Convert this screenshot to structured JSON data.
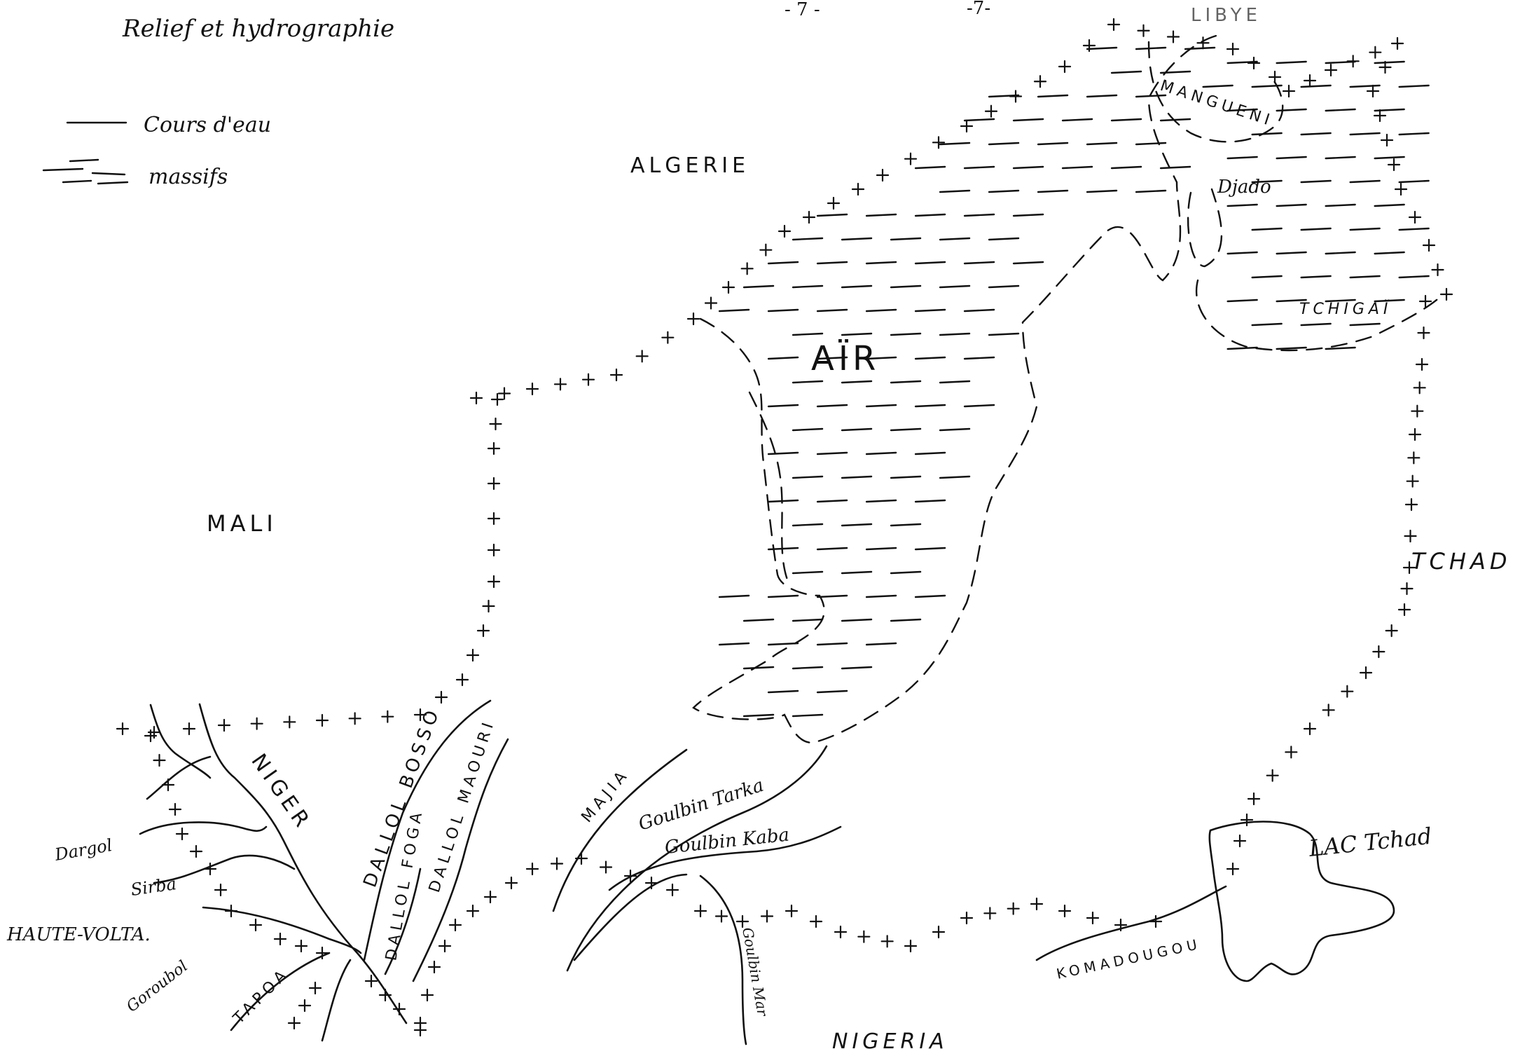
{
  "page": {
    "title": "Relief et hydrographie",
    "page_marks": [
      "- 7 -",
      "-7-"
    ],
    "top_cut_label": "LIBYE"
  },
  "legend": {
    "items": [
      {
        "symbol": "line",
        "label": "Cours d'eau"
      },
      {
        "symbol": "dashes",
        "label": "massifs"
      }
    ]
  },
  "countries": {
    "algeria": "ALGERIE",
    "mali": "MALI",
    "chad": "TCHAD",
    "upper_volta": "HAUTE-VOLTA.",
    "nigeria": "NIGERIA"
  },
  "massifs": {
    "air": "AÏR",
    "mangueni": "MANGUENI",
    "djado": "Djado",
    "tchigai": "TCHIGAÏ"
  },
  "rivers": {
    "niger": "NIGER",
    "dargol": "Dargol",
    "sirba": "Sirba",
    "goroubol": "Goroubol",
    "tapoa": "TAPOA",
    "dallol_bosso": "DALLOL BOSSO",
    "dallol_foga": "DALLOL FOGA",
    "dallol_maouri": "DALLOL MAOURI",
    "majia": "MAJIA",
    "goulbin_tarka": "Goulbin Tarka",
    "goulbin_kaba": "Goulbin Kaba",
    "goulbin_maradi": "Goulbin Mar",
    "komadougou": "KOMADOUGOU"
  },
  "lake": {
    "name": "LAC Tchad"
  },
  "colors": {
    "ink": "#111111",
    "paper": "#ffffff"
  }
}
